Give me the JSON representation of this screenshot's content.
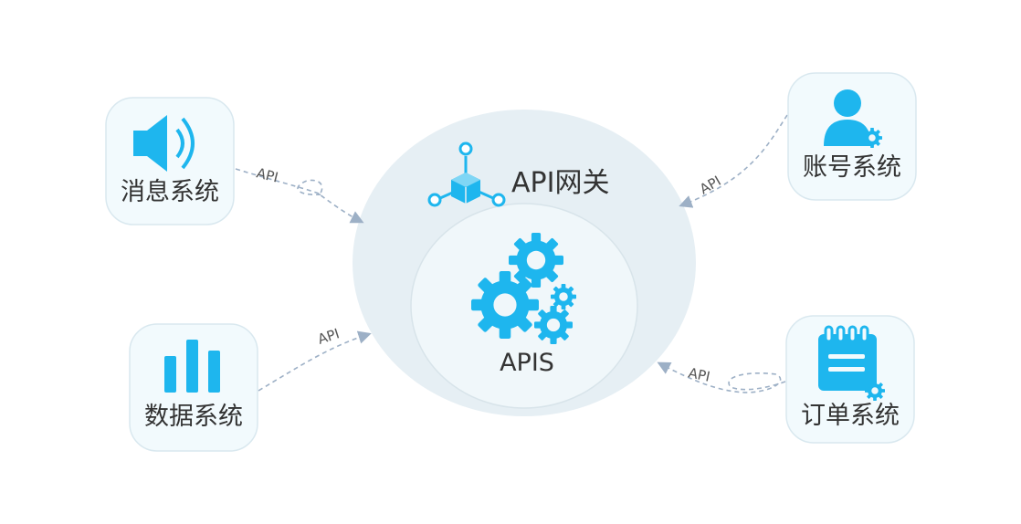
{
  "gateway": {
    "title": "API网关"
  },
  "core": {
    "label": "APIS"
  },
  "systems": {
    "message": {
      "label": "消息系统",
      "icon": "speaker-icon"
    },
    "data": {
      "label": "数据系统",
      "icon": "bar-chart-icon"
    },
    "account": {
      "label": "账号系统",
      "icon": "user-gear-icon"
    },
    "order": {
      "label": "订单系统",
      "icon": "notepad-gear-icon"
    }
  },
  "connections": {
    "message": {
      "label": "API"
    },
    "data": {
      "label": "API"
    },
    "account": {
      "label": "API"
    },
    "order": {
      "label": "API"
    }
  },
  "colors": {
    "accent": "#1EB6EE",
    "outer_circle": "#E6EFF4",
    "inner_circle": "#F0F7FA",
    "card_bg": "#F2FAFD",
    "card_border": "#D9E8EF",
    "connector": "#9DB0C6"
  }
}
